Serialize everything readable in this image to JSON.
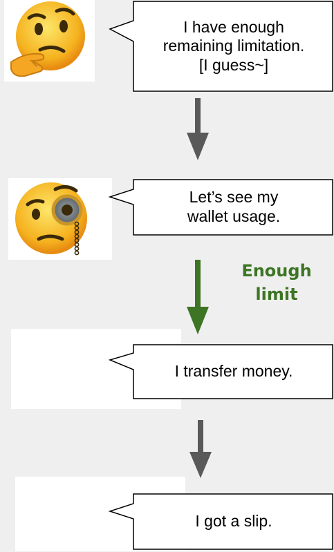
{
  "colors": {
    "background": "#efefef",
    "bubble_fill": "#ffffff",
    "bubble_stroke": "#000000",
    "arrow_gray": "#595959",
    "arrow_green": "#3d7524",
    "note_green": "#3d7524"
  },
  "steps": [
    {
      "emoji": "thinking-face-icon",
      "text": "I have enough\nremaining limitation.\n[I guess~]"
    },
    {
      "emoji": "face-with-monocle-icon",
      "text": "Let’s see my\nwallet usage."
    },
    {
      "emoji": "",
      "text": "I transfer money."
    },
    {
      "emoji": "",
      "text": "I got a slip."
    }
  ],
  "arrows": [
    {
      "color": "gray"
    },
    {
      "color": "green",
      "label": "Enough\nlimit"
    },
    {
      "color": "gray"
    }
  ]
}
